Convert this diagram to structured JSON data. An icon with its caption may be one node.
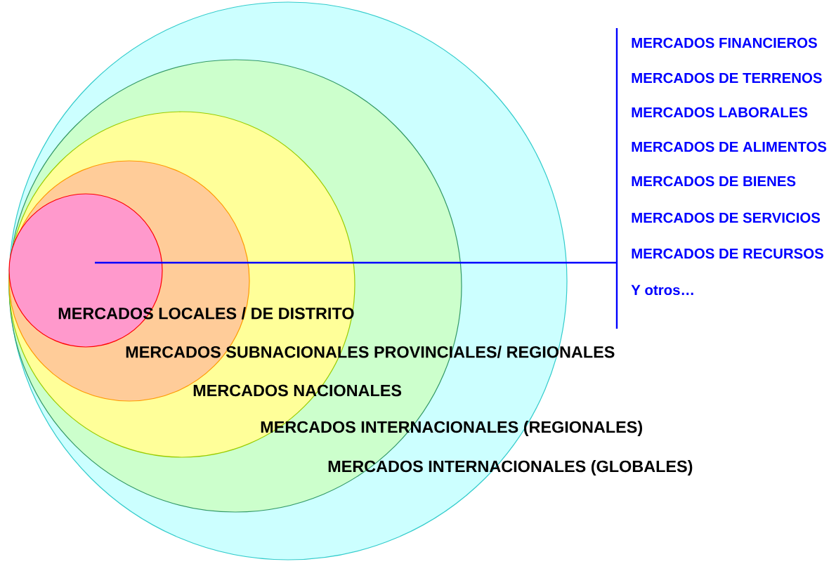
{
  "diagram": {
    "nodes": [
      {
        "text": [],
        "shape": "circle"
      },
      {
        "text": [],
        "shape": "circle",
        "in": 0
      },
      {
        "text": [],
        "shape": "circle",
        "in": 1
      },
      {
        "text": [],
        "shape": "circle",
        "in": 2
      },
      {
        "text": [],
        "shape": "circle",
        "in": 3
      }
    ],
    "labels": [
      "MERCADOS FINANCIEROS",
      "MERCADOS DE TERRENOS",
      "MERCADOS LABORALES",
      "MERCADOS DE ALIMENTOS",
      "MERCADOS DE BIENES",
      "MERCADOS DE SERVICIOS",
      "MERCADOS DE RECURSOS",
      "Y otros…",
      "MERCADOS LOCALES / DE DISTRITO",
      "MERCADOS SUBNACIONALES PROVINCIALES/ REGIONALES",
      "MERCADOS NACIONALES",
      "MERCADOS INTERNACIONALES (REGIONALES)",
      "MERCADOS INTERNACIONALES (GLOBALES)"
    ]
  }
}
